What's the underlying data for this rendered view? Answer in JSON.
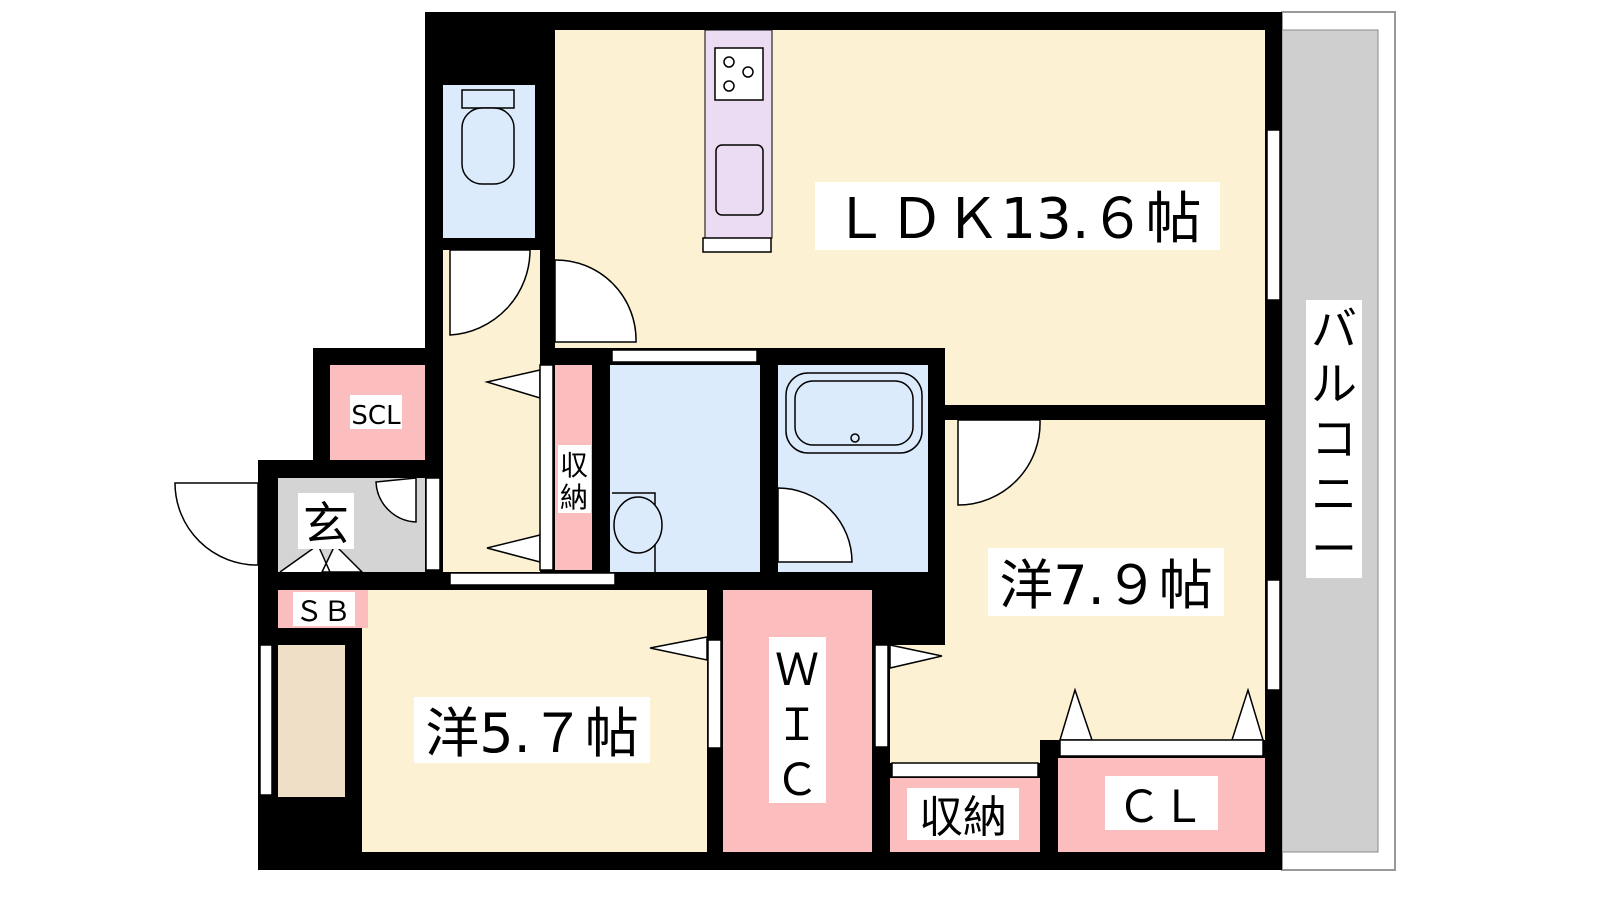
{
  "floor_plan": {
    "rooms": {
      "ldk": "ＬＤＫ13.６帖",
      "western_79": "洋7.９帖",
      "western_57": "洋5.７帖",
      "wic": [
        "Ｗ",
        "Ｉ",
        "Ｃ"
      ],
      "storage_hall": [
        "収",
        "納"
      ],
      "storage_bottom": "収納",
      "closet": "ＣＬ",
      "scl": "SCL",
      "genkan": "玄",
      "shoe_box": "ＳＢ",
      "balcony": [
        "バ",
        "ル",
        "コ",
        "ニ",
        "ー"
      ]
    },
    "colors": {
      "wall": "#000000",
      "room": "#fdf1d3",
      "storage": "#fbbdbd",
      "water": "#dcebfb",
      "kitchen": "#ecdcf3",
      "genkan": "#d4d4d4",
      "balcony": "#cfcfcf",
      "porch": "#efdfc6"
    }
  }
}
